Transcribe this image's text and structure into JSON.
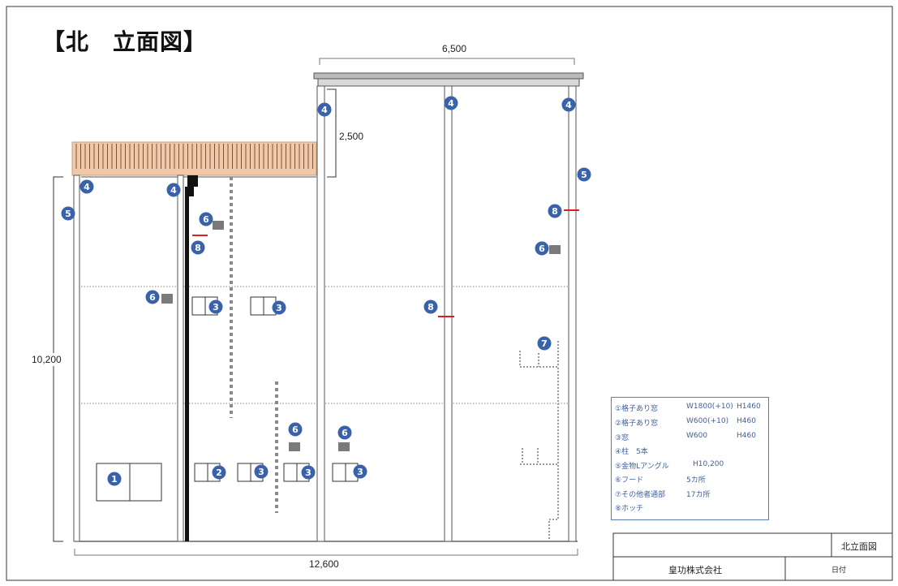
{
  "title": "【北　立面図】",
  "dimensions": {
    "top_width": "6,500",
    "overhang_height": "2,500",
    "total_height": "10,200",
    "total_width": "12,600"
  },
  "legend": [
    {
      "label": "①格子あり窓",
      "size": "W1800(+10)",
      "height": "H1460"
    },
    {
      "label": "②格子あり窓",
      "size": "W600(+10)",
      "height": "H460"
    },
    {
      "label": "③窓",
      "size": "W600",
      "height": "H460"
    },
    {
      "label": "④柱　5本",
      "size": "",
      "height": ""
    },
    {
      "label": "⑤金物Lアングル",
      "size": "H10,200",
      "height": ""
    },
    {
      "label": "⑥フード",
      "size": "5カ所",
      "height": ""
    },
    {
      "label": "⑦その他者通部",
      "size": "17カ所",
      "height": ""
    },
    {
      "label": "⑧ホッチ",
      "size": "",
      "height": ""
    }
  ],
  "title_block": {
    "drawing_name": "北立面図",
    "company": "皇功株式会社",
    "date_label": "日付"
  },
  "markers": {
    "m1": "1",
    "m2": "2",
    "m3": "3",
    "m4": "4",
    "m5": "5",
    "m6": "6",
    "m7": "7",
    "m8": "8"
  },
  "colors": {
    "marker": "#3a62ab",
    "red_mark": "#d81f26",
    "awning": "#f2c9a8",
    "vent": "#7a7a7a"
  }
}
